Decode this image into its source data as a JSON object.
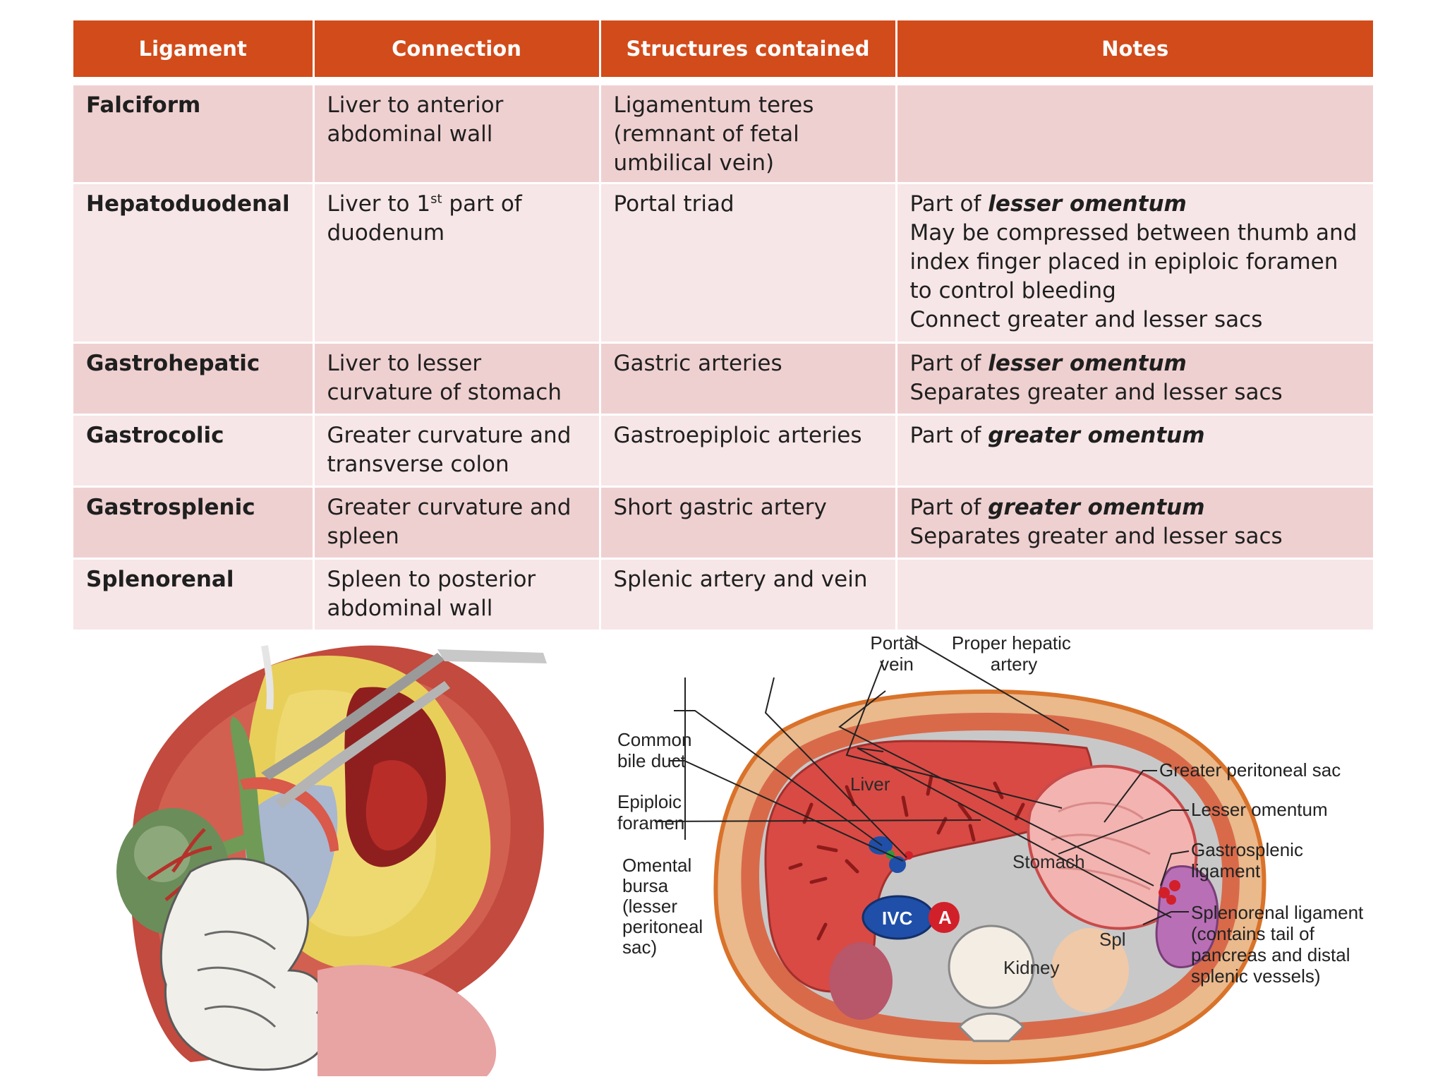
{
  "table": {
    "headers": [
      "Ligament",
      "Connection",
      "Structures contained",
      "Notes"
    ],
    "rows": [
      {
        "ligament": "Falciform",
        "connection": "Liver to anterior abdominal wall",
        "structures": "Ligamentum teres (remnant of fetal umbilical vein)",
        "notes": []
      },
      {
        "ligament": "Hepatoduodenal",
        "connection_pre": "Liver to 1",
        "connection_sup": "st",
        "connection_post": " part of duodenum",
        "structures": "Portal triad",
        "notes": [
          {
            "pre": "Part of ",
            "em": "lesser omentum"
          },
          {
            "pre": "May be compressed between thumb and index finger placed in epiploic foramen to control bleeding",
            "em": ""
          },
          {
            "pre": "Connect greater and lesser sacs",
            "em": ""
          }
        ]
      },
      {
        "ligament": "Gastrohepatic",
        "connection": "Liver to lesser curvature of stomach",
        "structures": "Gastric arteries",
        "notes": [
          {
            "pre": "Part of ",
            "em": "lesser omentum"
          },
          {
            "pre": "Separates greater and lesser sacs",
            "em": ""
          }
        ]
      },
      {
        "ligament": "Gastrocolic",
        "connection": "Greater curvature and transverse colon",
        "structures": "Gastroepiploic arteries",
        "notes": [
          {
            "pre": "Part of ",
            "em": "greater omentum"
          }
        ]
      },
      {
        "ligament": "Gastrosplenic",
        "connection": "Greater curvature and spleen",
        "structures": "Short gastric artery",
        "notes": [
          {
            "pre": "Part of ",
            "em": "greater omentum"
          },
          {
            "pre": "Separates greater and lesser sacs",
            "em": ""
          }
        ]
      },
      {
        "ligament": "Splenorenal",
        "connection": "Spleen to posterior abdominal wall",
        "structures": "Splenic artery and vein",
        "notes": []
      }
    ]
  },
  "diagram": {
    "labels": {
      "portal_vein": [
        "Portal",
        "vein"
      ],
      "proper_hepatic_artery": [
        "Proper hepatic",
        "artery"
      ],
      "common_bile_duct": [
        "Common",
        "bile duct"
      ],
      "epiploic_foramen": [
        "Epiploic",
        "foramen"
      ],
      "omental_bursa": [
        "Omental",
        "bursa",
        "(lesser",
        "peritoneal",
        "sac)"
      ],
      "greater_peritoneal_sac": "Greater peritoneal sac",
      "lesser_omentum": "Lesser omentum",
      "gastrosplenic_ligament": [
        "Gastrosplenic",
        "ligament"
      ],
      "splenorenal_ligament": [
        "Splenorenal ligament",
        "(contains tail of",
        "pancreas and distal",
        "splenic vessels)"
      ],
      "liver": "Liver",
      "stomach": "Stomach",
      "ivc": "IVC",
      "aorta": "A",
      "kidney": "Kidney",
      "spleen": "Spl"
    }
  },
  "colors": {
    "header_bg": "#d24b1a",
    "row_odd": "#efd0d1",
    "row_even": "#f7e6e7",
    "liver": "#d94a45",
    "stomach": "#f3b3b0",
    "spleen": "#b86fb5",
    "vessel_blue": "#1f4fa8",
    "aorta_red": "#d2202a"
  }
}
